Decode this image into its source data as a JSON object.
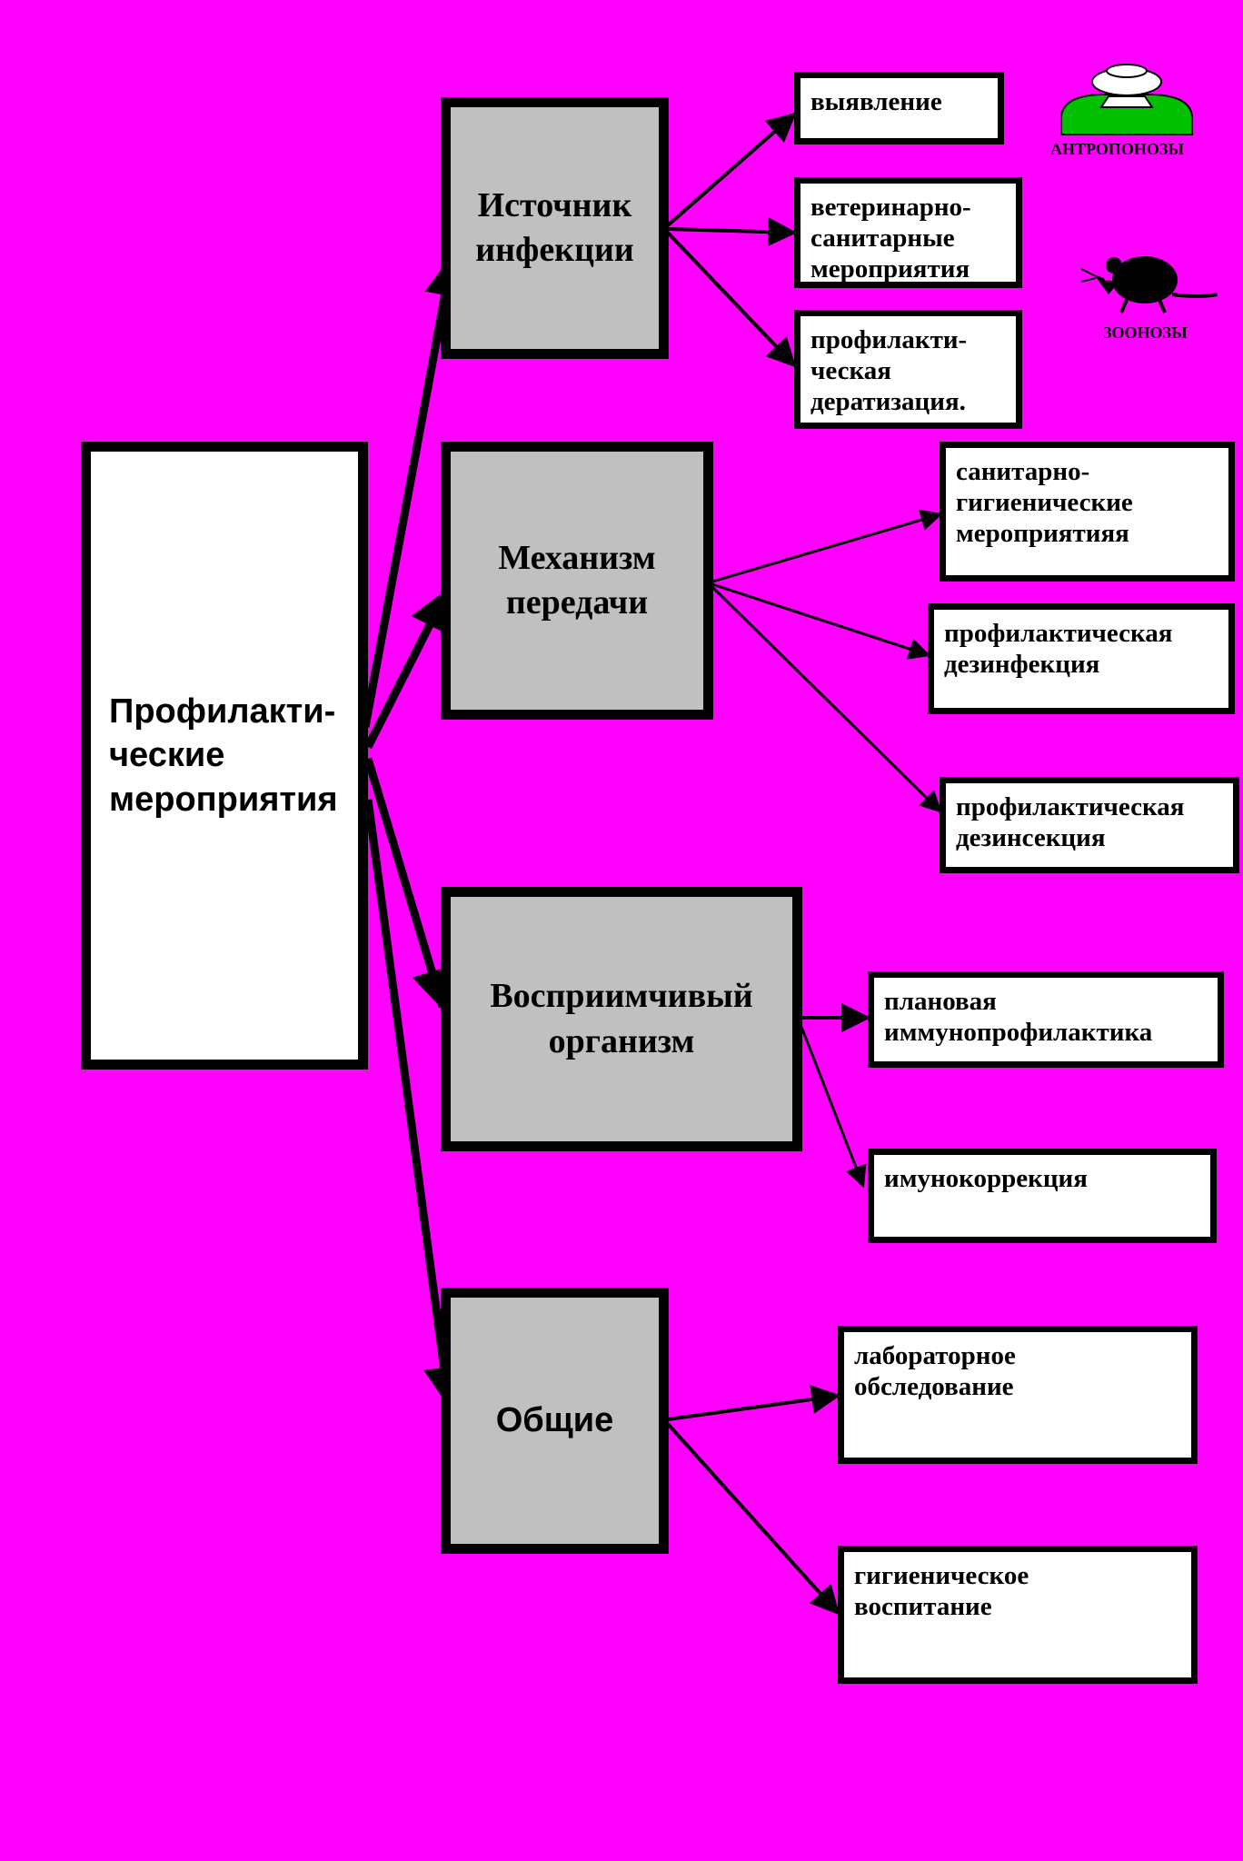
{
  "root": {
    "label": "Профилакти-\nческие\nмероприятия"
  },
  "categories": [
    {
      "label": "Источник\nинфекции"
    },
    {
      "label": "Механизм\nпередачи"
    },
    {
      "label": "Восприимчивый\nорганизм"
    },
    {
      "label": "Общие"
    }
  ],
  "actions": [
    {
      "label": "выявление"
    },
    {
      "label": "ветеринарно-\nсанитарные\nмероприятия"
    },
    {
      "label": "профилакти-\nческая\nдератизация."
    },
    {
      "label": "санитарно-\nгигиенические\nмероприятияя"
    },
    {
      "label": "профилактическая\nдезинфекция"
    },
    {
      "label": "профилактическая\nдезинсекция"
    },
    {
      "label": "плановая\nиммунопрофилактика"
    },
    {
      "label": "имунокоррекция"
    },
    {
      "label": "лабораторное\nобследование"
    },
    {
      "label": "гигиеническое\nвоспитание"
    }
  ],
  "legend": {
    "anthroponoses": {
      "label": "АНТРОПОНОЗЫ",
      "icon": "person-icon",
      "color": "#00c000"
    },
    "zoonoses": {
      "label": "ЗООНОЗЫ",
      "icon": "rat-icon"
    }
  },
  "colors": {
    "background": "#ff00ff",
    "category_fill": "#c0c0c0",
    "box_fill": "#ffffff",
    "line": "#000000"
  }
}
